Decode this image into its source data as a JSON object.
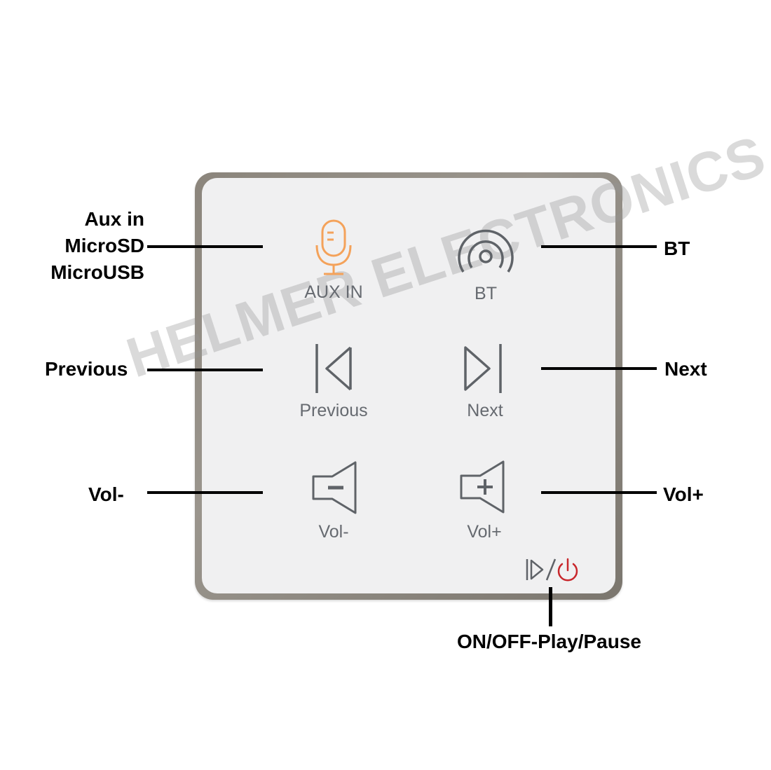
{
  "callouts": {
    "aux_lines": [
      "Aux in",
      "MicroSD",
      "MicroUSB"
    ],
    "bt": "BT",
    "previous": "Previous",
    "next": "Next",
    "vol_minus": "Vol-",
    "vol_plus": "Vol+",
    "power": "ON/OFF-Play/Pause"
  },
  "panel": {
    "aux_in": "AUX IN",
    "bt": "BT",
    "previous": "Previous",
    "next": "Next",
    "vol_minus": "Vol-",
    "vol_plus": "Vol+"
  },
  "watermark": "HELMER ELECTRONICS",
  "colors": {
    "aux_icon": "#f4a25a",
    "power_icon": "#c8262b",
    "icon_gray": "#5f6368",
    "frame": "#8b857c"
  },
  "icons": [
    "microphone-icon",
    "bluetooth-signal-icon",
    "previous-track-icon",
    "next-track-icon",
    "volume-down-icon",
    "volume-up-icon",
    "play-pause-icon",
    "power-icon"
  ]
}
